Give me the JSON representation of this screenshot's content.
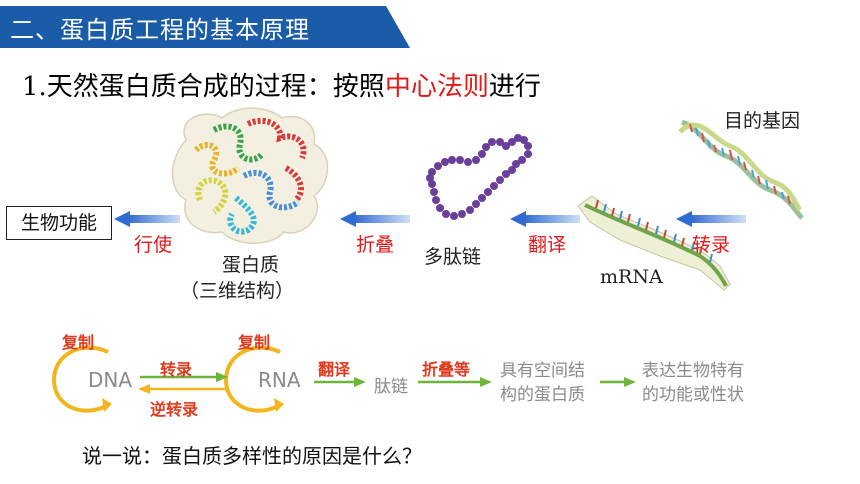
{
  "banner": {
    "title": "二、蛋白质工程的基本原理",
    "color": "#1a5ca8"
  },
  "subtitle": {
    "prefix": "1.天然蛋白质合成的过程：按照",
    "highlight": "中心法则",
    "suffix": "进行"
  },
  "diagram": {
    "gene_label": "目的基因",
    "mrna_label": "mRNA",
    "polypeptide_label": "多肽链",
    "protein_label": "蛋白质",
    "protein_note": "（三维结构）",
    "function_label": "生物功能",
    "step_transcription": "转录",
    "step_translation": "翻译",
    "step_folding": "折叠",
    "step_function": "行使"
  },
  "flow": {
    "dna": "DNA",
    "rna": "RNA",
    "replication_dna": "复制",
    "replication_rna": "复制",
    "transcription": "转录",
    "reverse_transcription": "逆转录",
    "translation": "翻译",
    "peptide": "肽链",
    "folding": "折叠等",
    "protein_line1": "具有空间结",
    "protein_line2": "构的蛋白质",
    "trait_line1": "表达生物特有",
    "trait_line2": "的功能或性状",
    "colors": {
      "replication_arrow": "#f3b51c",
      "red": "#e03a1e",
      "green_arrow": "#6fb53a",
      "grey_text": "#8a8a8a"
    }
  },
  "question": "说一说：蛋白质多样性的原因是什么？"
}
